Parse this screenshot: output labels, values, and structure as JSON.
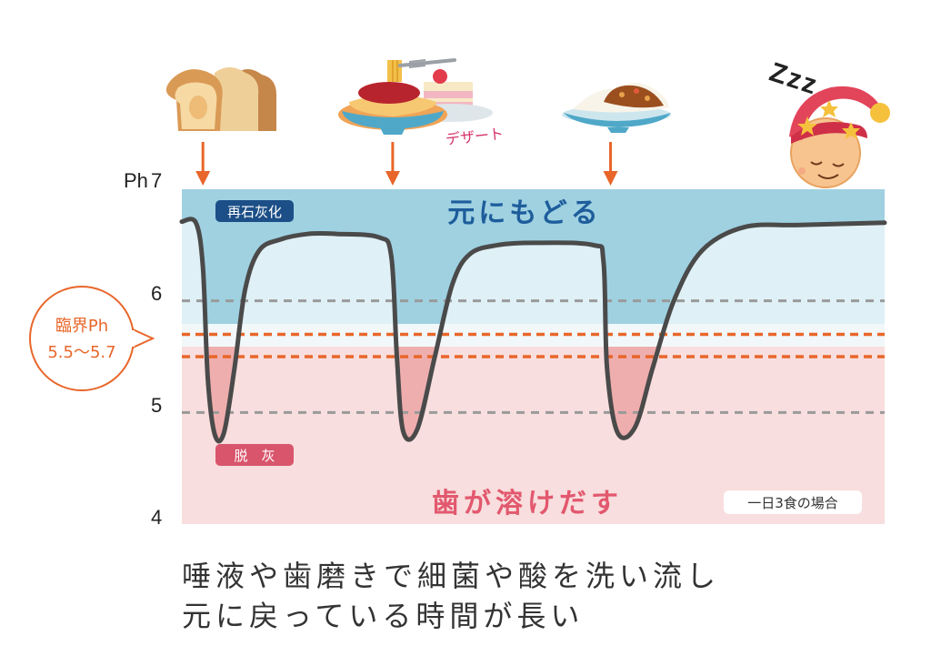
{
  "chart_data": {
    "type": "line",
    "y_axis_label": "Ph",
    "y_ticks": [
      "7",
      "6",
      "5",
      "4"
    ],
    "ylim": [
      4,
      7
    ],
    "series": [
      {
        "values": [
          [
            0,
            6.71
          ],
          [
            0.02,
            6.7
          ],
          [
            0.03,
            6.3
          ],
          [
            0.037,
            5.3
          ],
          [
            0.047,
            4.8
          ],
          [
            0.06,
            4.82
          ],
          [
            0.075,
            5.4
          ],
          [
            0.09,
            6.1
          ],
          [
            0.11,
            6.45
          ],
          [
            0.14,
            6.55
          ],
          [
            0.18,
            6.6
          ],
          [
            0.22,
            6.6
          ],
          [
            0.28,
            6.57
          ],
          [
            0.298,
            6.4
          ],
          [
            0.306,
            5.5
          ],
          [
            0.315,
            4.83
          ],
          [
            0.335,
            4.85
          ],
          [
            0.36,
            5.5
          ],
          [
            0.385,
            6.15
          ],
          [
            0.41,
            6.42
          ],
          [
            0.45,
            6.5
          ],
          [
            0.5,
            6.52
          ],
          [
            0.585,
            6.5
          ],
          [
            0.6,
            6.35
          ],
          [
            0.605,
            5.4
          ],
          [
            0.62,
            4.82
          ],
          [
            0.645,
            4.87
          ],
          [
            0.67,
            5.4
          ],
          [
            0.7,
            6.0
          ],
          [
            0.74,
            6.45
          ],
          [
            0.8,
            6.66
          ],
          [
            0.88,
            6.68
          ],
          [
            1.0,
            6.7
          ]
        ]
      }
    ],
    "thresholds": [
      {
        "y": 6.0,
        "style": "gray-dashed"
      },
      {
        "y": 5.0,
        "style": "gray-dashed"
      },
      {
        "y": 5.7,
        "style": "orange-dashed"
      },
      {
        "y": 5.5,
        "style": "orange-dashed"
      }
    ],
    "critical_ph": {
      "line1": "臨界Ph",
      "line2": "5.5〜5.7",
      "low": 5.5,
      "high": 5.7
    },
    "zones": {
      "upper_text": "元にもどる",
      "lower_text": "歯が溶けだす",
      "remineralization_label": "再石灰化",
      "demineralization_label": "脱　灰",
      "note": "一日3食の場合"
    },
    "meals": [
      {
        "icon": "toast-icon",
        "x": 0.03
      },
      {
        "icon": "spaghetti-cake-icon",
        "x": 0.3,
        "label": "デザート"
      },
      {
        "icon": "curry-icon",
        "x": 0.61
      }
    ],
    "sleep_icon": "sleeping-face-icon",
    "sleep_text": "Zzz",
    "colors": {
      "upper_zone": "#9fd1e1",
      "upper_zone_light": "#dff0f6",
      "lower_zone": "#f8dede",
      "lower_zone_dip": "#efaeae",
      "line": "#4a4a4a",
      "arrow": "#e8662a",
      "text_blue": "#1e5d9b",
      "text_red": "#e2586e",
      "label_blue_bg": "#1c4f87",
      "label_red_bg": "#d9556c"
    }
  },
  "caption": {
    "line1": "唾液や歯磨きで細菌や酸を洗い流し",
    "line2": "元に戻っている時間が長い"
  }
}
